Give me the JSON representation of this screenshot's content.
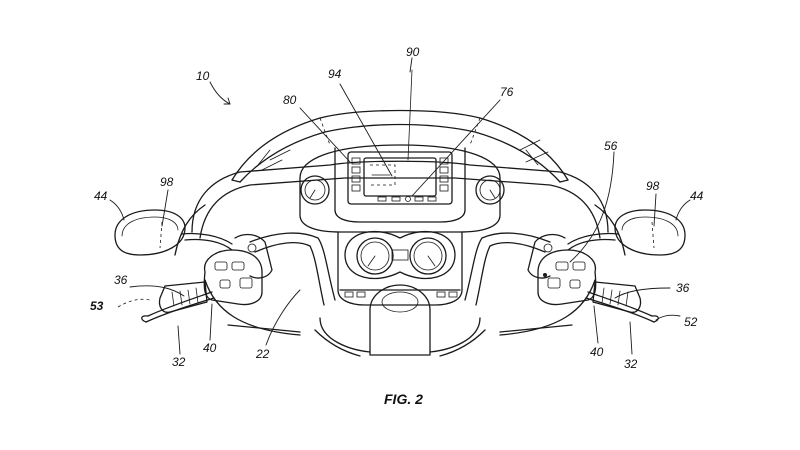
{
  "figure": {
    "caption": "FIG. 2",
    "reference_numerals": [
      {
        "id": "10",
        "text": "10"
      },
      {
        "id": "90",
        "text": "90"
      },
      {
        "id": "94",
        "text": "94"
      },
      {
        "id": "80",
        "text": "80"
      },
      {
        "id": "76",
        "text": "76"
      },
      {
        "id": "56",
        "text": "56"
      },
      {
        "id": "98_left",
        "text": "98"
      },
      {
        "id": "44_left",
        "text": "44"
      },
      {
        "id": "98_right",
        "text": "98"
      },
      {
        "id": "44_right",
        "text": "44"
      },
      {
        "id": "36_left",
        "text": "36"
      },
      {
        "id": "53",
        "text": "53"
      },
      {
        "id": "40_left",
        "text": "40"
      },
      {
        "id": "32_left",
        "text": "32"
      },
      {
        "id": "22",
        "text": "22"
      },
      {
        "id": "36_right",
        "text": "36"
      },
      {
        "id": "52",
        "text": "52"
      },
      {
        "id": "40_right",
        "text": "40"
      },
      {
        "id": "32_right",
        "text": "32"
      }
    ]
  }
}
